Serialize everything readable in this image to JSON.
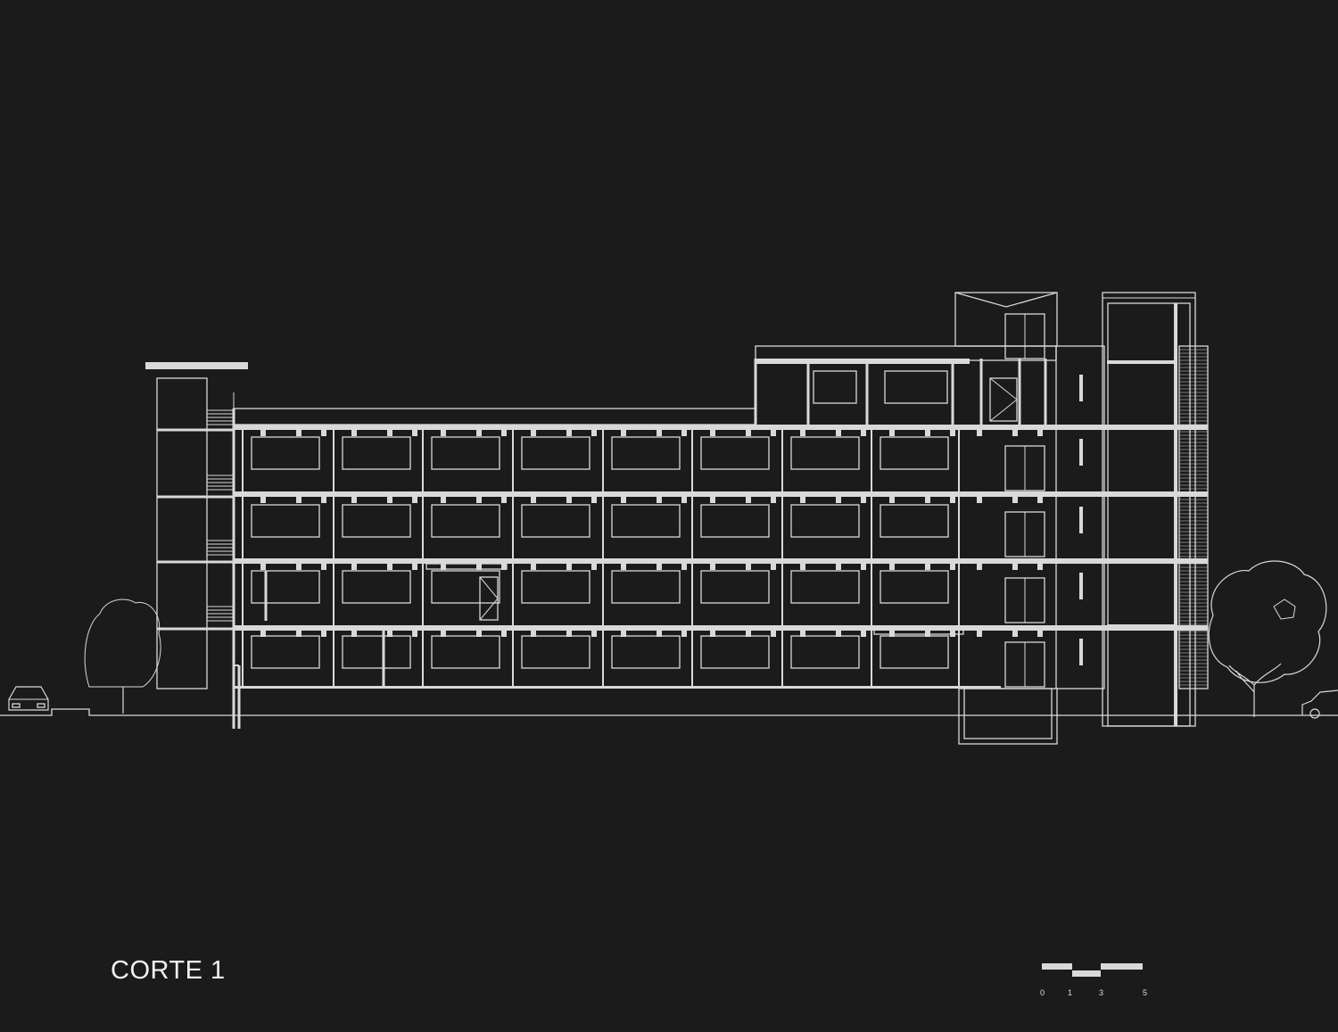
{
  "drawing": {
    "title": "CORTE 1",
    "scale_labels": [
      "0",
      "1",
      "3",
      "5"
    ]
  },
  "colors": {
    "background": "#1b1b1b",
    "line": "#d9d9d9"
  }
}
